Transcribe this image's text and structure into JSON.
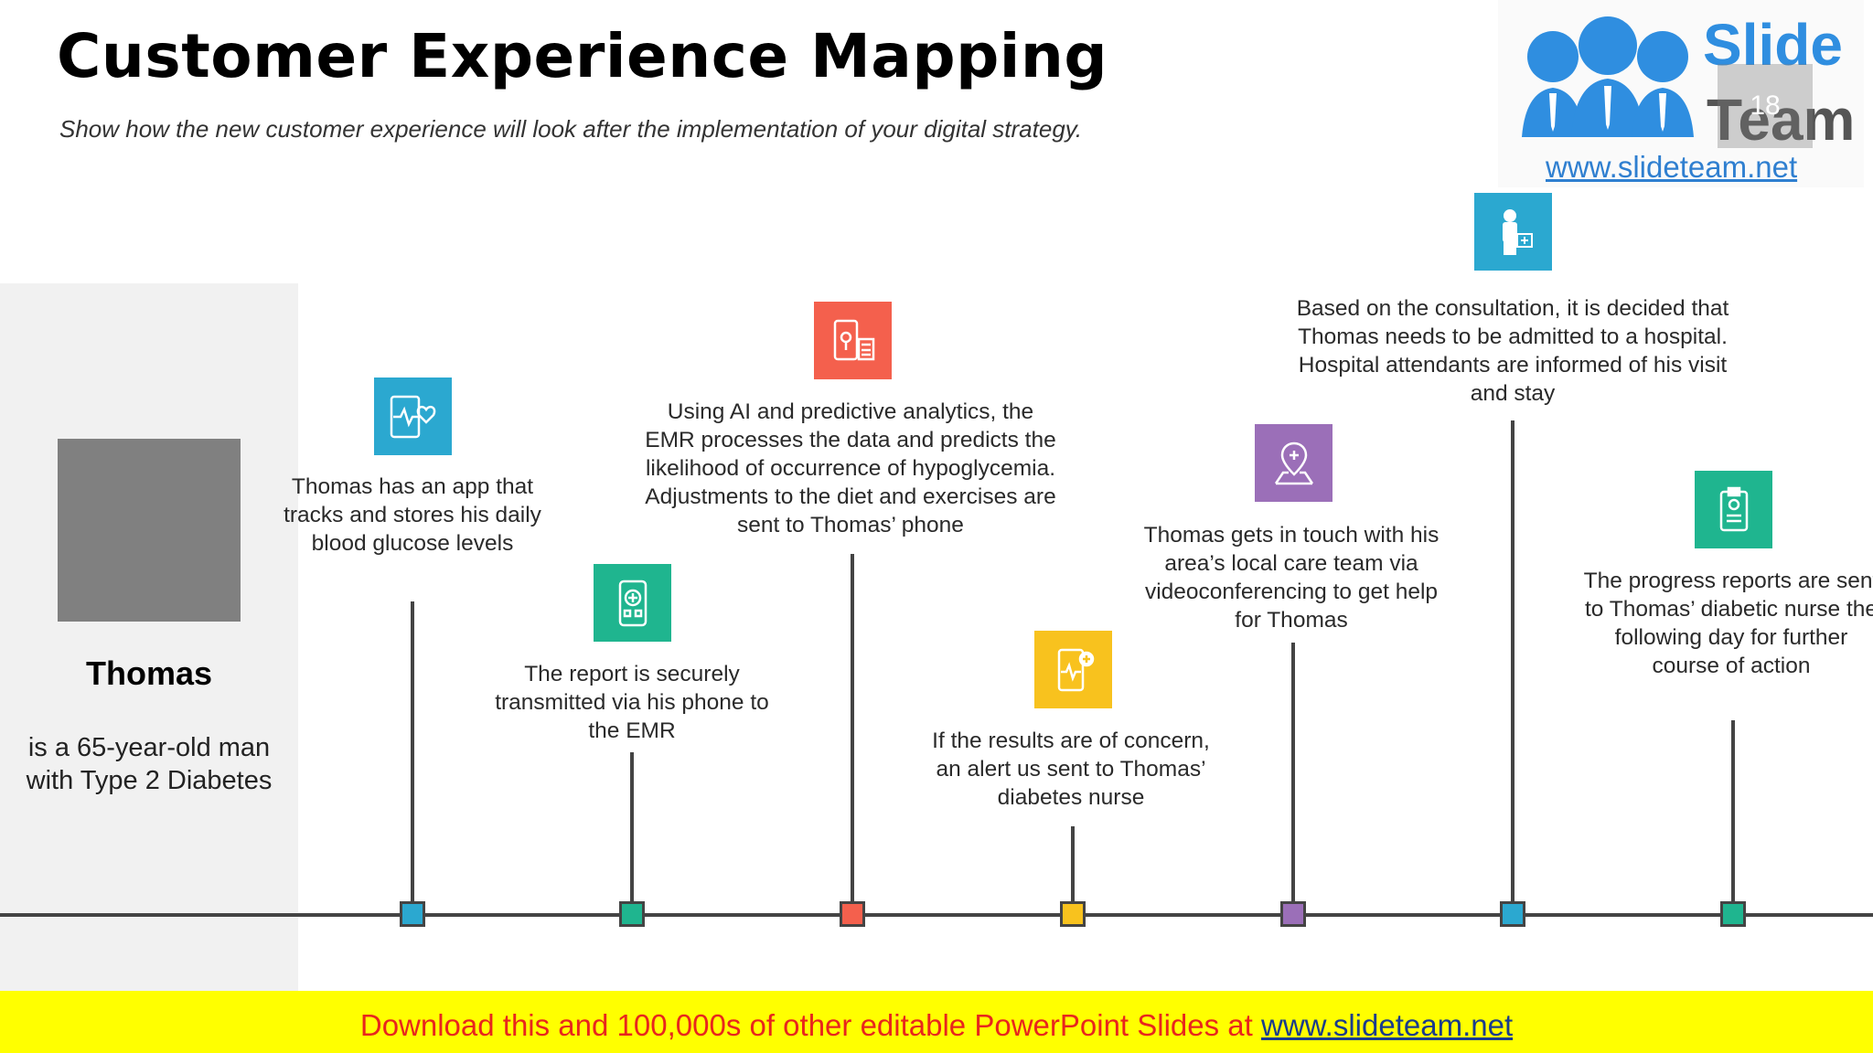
{
  "header": {
    "title": "Customer Experience Mapping",
    "subtitle": "Show how the new customer  experience will look after the implementation of your digital strategy."
  },
  "persona": {
    "name": "Thomas",
    "description": "is a 65-year-old man with Type 2 Diabetes"
  },
  "steps": [
    {
      "icon": "health-app-icon",
      "color": "#2ba8d0",
      "text": "Thomas has an app that tracks and stores his daily blood glucose levels"
    },
    {
      "icon": "secure-phone-icon",
      "color": "#1fb58f",
      "text": "The report is securely transmitted via his phone to the EMR"
    },
    {
      "icon": "phone-analytics-icon",
      "color": "#f4604d",
      "text": "Using AI and predictive analytics, the EMR processes the data and predicts the likelihood of occurrence of hypoglycemia. Adjustments to the diet and exercises are sent to Thomas’ phone"
    },
    {
      "icon": "phone-alert-icon",
      "color": "#f8c21e",
      "text": "If the results are of concern, an alert us sent to Thomas’ diabetes nurse"
    },
    {
      "icon": "location-pin-icon",
      "color": "#9b6fb8",
      "text": "Thomas gets in touch with his area’s local care team via videoconferencing to get help for Thomas"
    },
    {
      "icon": "doctor-icon",
      "color": "#2ba8d0",
      "text": "Based on the consultation, it is decided that Thomas needs to be admitted to a hospital. Hospital attendants are informed of his visit and stay"
    },
    {
      "icon": "clipboard-icon",
      "color": "#1fb58f",
      "text": "The progress reports are sent to Thomas’ diabetic nurse the following day for further course of action"
    }
  ],
  "logo": {
    "line1": "Slide",
    "line2": "Team",
    "page": "18",
    "url": "www.slideteam.net"
  },
  "footer": {
    "text": "Download this and 100,000s of other editable PowerPoint Slides at ",
    "link": "www.slideteam.net"
  }
}
